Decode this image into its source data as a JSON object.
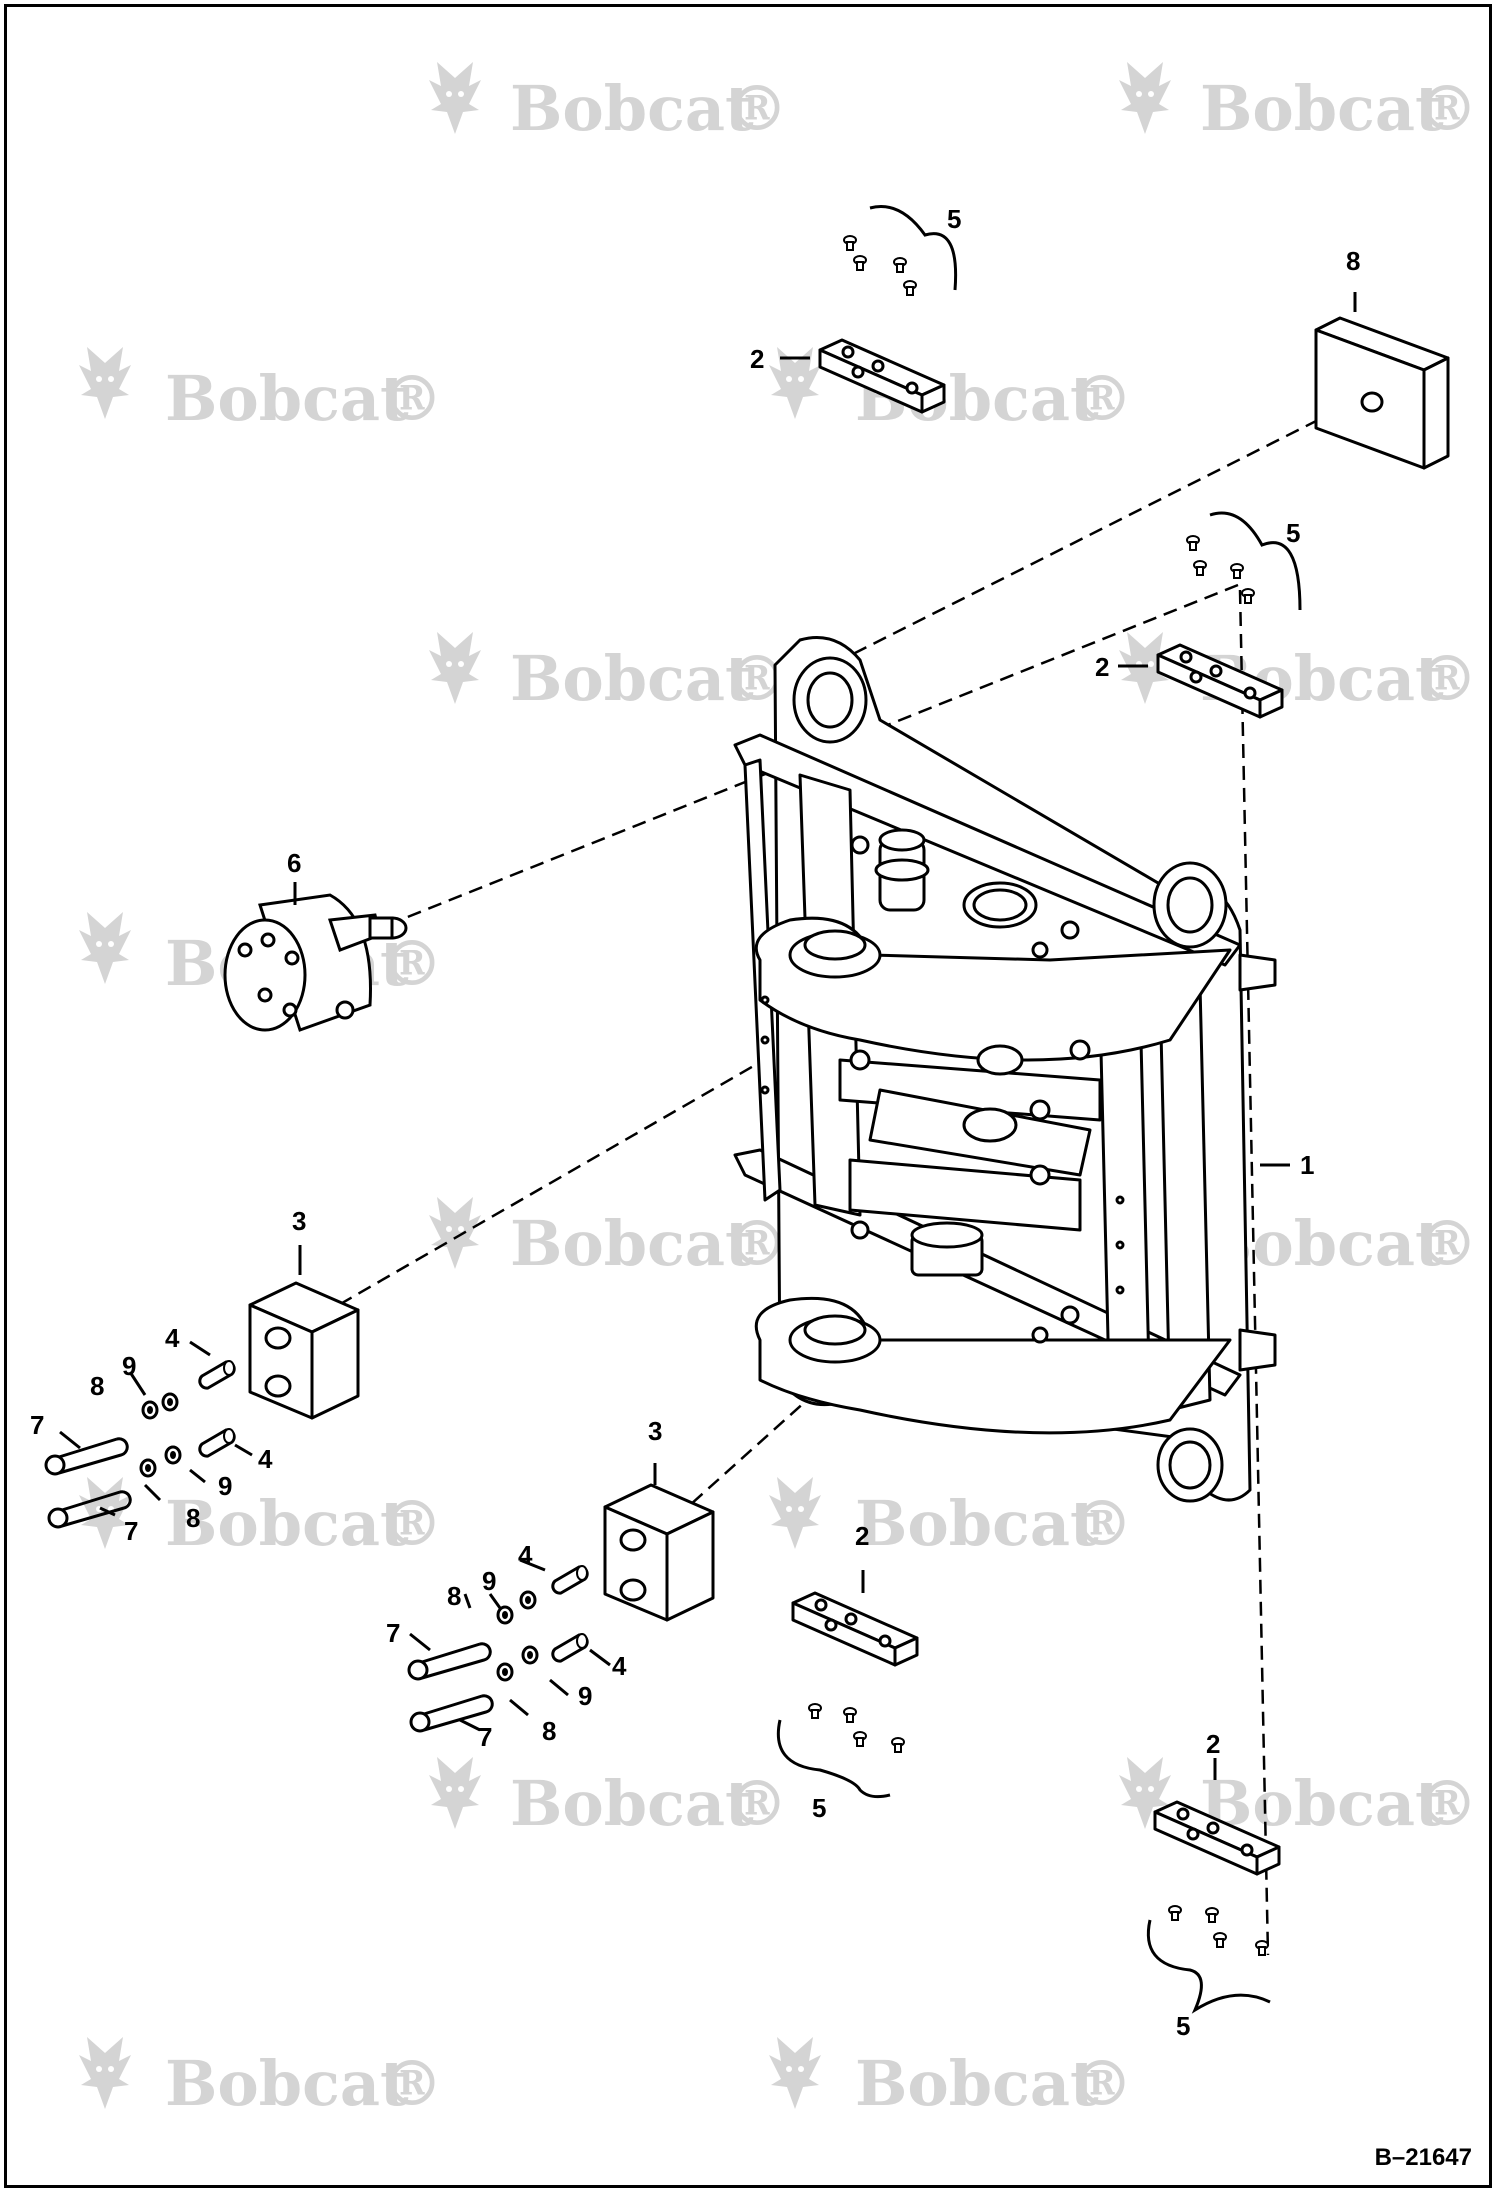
{
  "watermark": {
    "brand": "Bobcat",
    "mark": "®",
    "color": "#d4d4d4"
  },
  "doc_code": "B–21647",
  "callouts": {
    "c1": "1",
    "c2a": "2",
    "c2b": "2",
    "c2c": "2",
    "c2d": "2",
    "c3a": "3",
    "c3b": "3",
    "c4a": "4",
    "c4b": "4",
    "c4c": "4",
    "c4d": "4",
    "c5a": "5",
    "c5b": "5",
    "c5c": "5",
    "c5d": "5",
    "c6": "6",
    "c7a": "7",
    "c7b": "7",
    "c7c": "7",
    "c7d": "7",
    "c8a": "8",
    "c8b": "8",
    "c8c": "8",
    "c8d": "8",
    "c8e": "8",
    "c9a": "9",
    "c9b": "9",
    "c9c": "9",
    "c9d": "9"
  }
}
